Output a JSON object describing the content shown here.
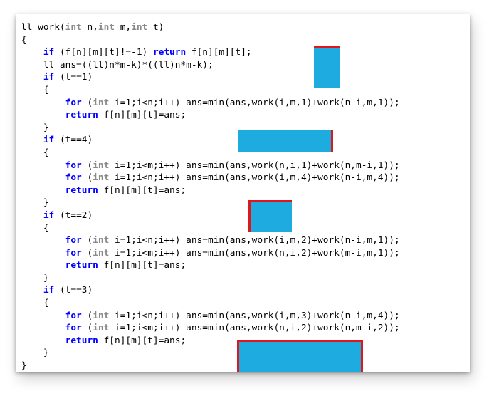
{
  "code": {
    "lines": [
      [
        {
          "t": "ll work(",
          "c": "plain"
        },
        {
          "t": "int",
          "c": "ty"
        },
        {
          "t": " n,",
          "c": "plain"
        },
        {
          "t": "int",
          "c": "ty"
        },
        {
          "t": " m,",
          "c": "plain"
        },
        {
          "t": "int",
          "c": "ty"
        },
        {
          "t": " t)",
          "c": "plain"
        }
      ],
      [
        {
          "t": "{",
          "c": "plain"
        }
      ],
      [
        {
          "t": "    ",
          "c": "plain"
        },
        {
          "t": "if",
          "c": "kw"
        },
        {
          "t": " (f[n][m][t]!=-1) ",
          "c": "plain"
        },
        {
          "t": "return",
          "c": "kw"
        },
        {
          "t": " f[n][m][t];",
          "c": "plain"
        }
      ],
      [
        {
          "t": "    ll ans=((ll)n*m-k)*((ll)n*m-k);",
          "c": "plain"
        }
      ],
      [
        {
          "t": "    ",
          "c": "plain"
        },
        {
          "t": "if",
          "c": "kw"
        },
        {
          "t": " (t==1)",
          "c": "plain"
        }
      ],
      [
        {
          "t": "    {",
          "c": "plain"
        }
      ],
      [
        {
          "t": "        ",
          "c": "plain"
        },
        {
          "t": "for",
          "c": "kw"
        },
        {
          "t": " (",
          "c": "plain"
        },
        {
          "t": "int",
          "c": "ty"
        },
        {
          "t": " i=1;i<n;i++) ans=min(ans,work(i,m,1)+work(n-i,m,1));",
          "c": "plain"
        }
      ],
      [
        {
          "t": "        ",
          "c": "plain"
        },
        {
          "t": "return",
          "c": "kw"
        },
        {
          "t": " f[n][m][t]=ans;",
          "c": "plain"
        }
      ],
      [
        {
          "t": "    }",
          "c": "plain"
        }
      ],
      [
        {
          "t": "    ",
          "c": "plain"
        },
        {
          "t": "if",
          "c": "kw"
        },
        {
          "t": " (t==4)",
          "c": "plain"
        }
      ],
      [
        {
          "t": "    {",
          "c": "plain"
        }
      ],
      [
        {
          "t": "        ",
          "c": "plain"
        },
        {
          "t": "for",
          "c": "kw"
        },
        {
          "t": " (",
          "c": "plain"
        },
        {
          "t": "int",
          "c": "ty"
        },
        {
          "t": " i=1;i<m;i++) ans=min(ans,work(n,i,1)+work(n,m-i,1));",
          "c": "plain"
        }
      ],
      [
        {
          "t": "        ",
          "c": "plain"
        },
        {
          "t": "for",
          "c": "kw"
        },
        {
          "t": " (",
          "c": "plain"
        },
        {
          "t": "int",
          "c": "ty"
        },
        {
          "t": " i=1;i<n;i++) ans=min(ans,work(i,m,4)+work(n-i,m,4));",
          "c": "plain"
        }
      ],
      [
        {
          "t": "        ",
          "c": "plain"
        },
        {
          "t": "return",
          "c": "kw"
        },
        {
          "t": " f[n][m][t]=ans;",
          "c": "plain"
        }
      ],
      [
        {
          "t": "    }",
          "c": "plain"
        }
      ],
      [
        {
          "t": "    ",
          "c": "plain"
        },
        {
          "t": "if",
          "c": "kw"
        },
        {
          "t": " (t==2)",
          "c": "plain"
        }
      ],
      [
        {
          "t": "    {",
          "c": "plain"
        }
      ],
      [
        {
          "t": "        ",
          "c": "plain"
        },
        {
          "t": "for",
          "c": "kw"
        },
        {
          "t": " (",
          "c": "plain"
        },
        {
          "t": "int",
          "c": "ty"
        },
        {
          "t": " i=1;i<n;i++) ans=min(ans,work(i,m,2)+work(n-i,m,1));",
          "c": "plain"
        }
      ],
      [
        {
          "t": "        ",
          "c": "plain"
        },
        {
          "t": "for",
          "c": "kw"
        },
        {
          "t": " (",
          "c": "plain"
        },
        {
          "t": "int",
          "c": "ty"
        },
        {
          "t": " i=1;i<m;i++) ans=min(ans,work(n,i,2)+work(m-i,m,1));",
          "c": "plain"
        }
      ],
      [
        {
          "t": "        ",
          "c": "plain"
        },
        {
          "t": "return",
          "c": "kw"
        },
        {
          "t": " f[n][m][t]=ans;",
          "c": "plain"
        }
      ],
      [
        {
          "t": "    }",
          "c": "plain"
        }
      ],
      [
        {
          "t": "    ",
          "c": "plain"
        },
        {
          "t": "if",
          "c": "kw"
        },
        {
          "t": " (t==3)",
          "c": "plain"
        }
      ],
      [
        {
          "t": "    {",
          "c": "plain"
        }
      ],
      [
        {
          "t": "        ",
          "c": "plain"
        },
        {
          "t": "for",
          "c": "kw"
        },
        {
          "t": " (",
          "c": "plain"
        },
        {
          "t": "int",
          "c": "ty"
        },
        {
          "t": " i=1;i<n;i++) ans=min(ans,work(i,m,3)+work(n-i,m,4));",
          "c": "plain"
        }
      ],
      [
        {
          "t": "        ",
          "c": "plain"
        },
        {
          "t": "for",
          "c": "kw"
        },
        {
          "t": " (",
          "c": "plain"
        },
        {
          "t": "int",
          "c": "ty"
        },
        {
          "t": " i=1;i<m;i++) ans=min(ans,work(n,i,2)+work(n,m-i,2));",
          "c": "plain"
        }
      ],
      [
        {
          "t": "        ",
          "c": "plain"
        },
        {
          "t": "return",
          "c": "kw"
        },
        {
          "t": " f[n][m][t]=ans;",
          "c": "plain"
        }
      ],
      [
        {
          "t": "    }",
          "c": "plain"
        }
      ],
      [
        {
          "t": "}",
          "c": "plain"
        }
      ]
    ]
  },
  "colors": {
    "keyword": "#0000ff",
    "type": "#8a8a8a",
    "text": "#000000",
    "marker_fill": "#1eace0",
    "marker_edge": "#e0161b"
  }
}
